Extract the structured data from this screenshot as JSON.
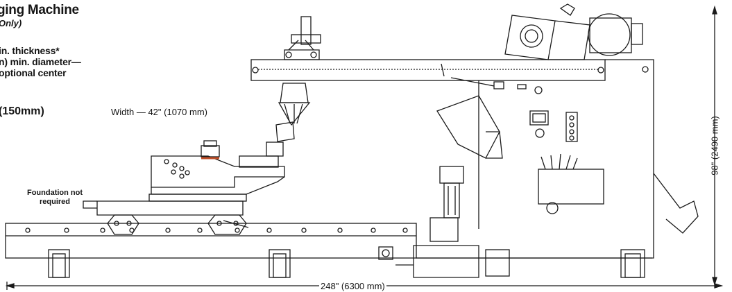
{
  "header": {
    "title": "ging Machine",
    "subtitle": "Only)"
  },
  "specs": {
    "line1": "in. thickness*",
    "line2": "n) min. diameter—",
    "line3": "optional center"
  },
  "dimensions": {
    "height_partial": "(150mm)",
    "width": "Width — 42\" (1070 mm)",
    "length": "248\" (6300 mm)",
    "height": "98\" (2490 mm)"
  },
  "notes": {
    "foundation": "Foundation not required"
  },
  "colors": {
    "line": "#1a1a1a",
    "accent": "#c0502a"
  }
}
